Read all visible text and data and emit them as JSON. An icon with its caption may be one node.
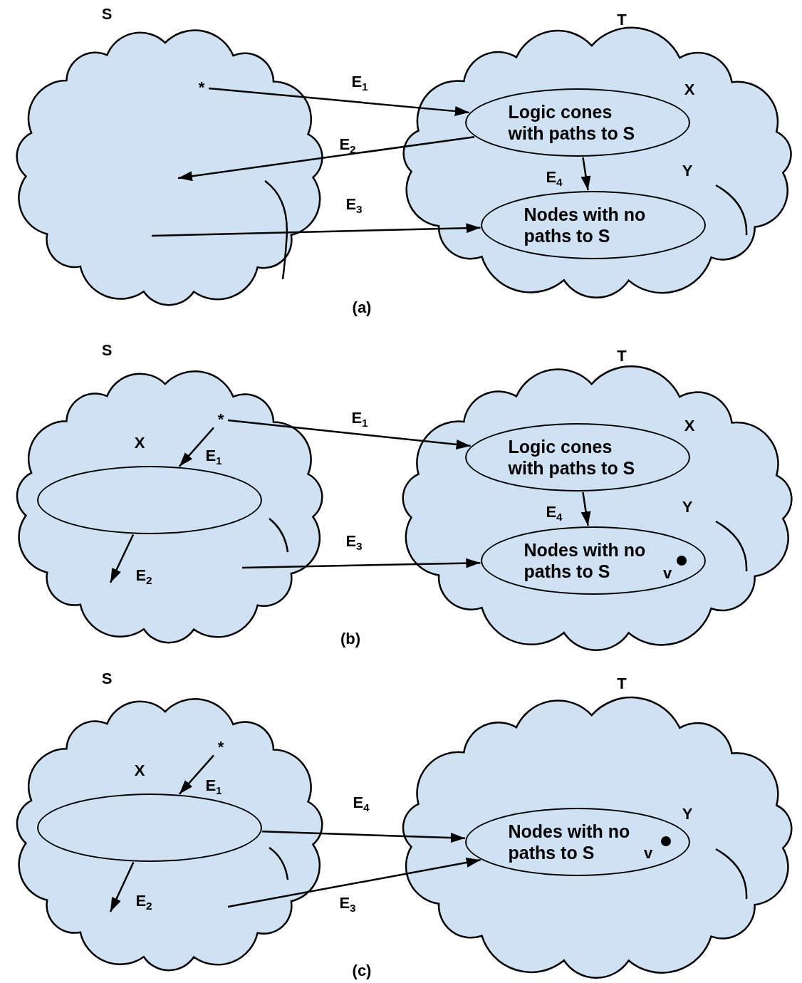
{
  "diagram": {
    "nodes": [
      {
        "text": [
          "S"
        ]
      },
      {
        "text": [
          "*"
        ],
        "in": 0
      },
      {
        "text": [
          "T"
        ]
      },
      {
        "text": [
          "Logic cones with paths to S"
        ],
        "in": 2
      },
      {
        "text": [
          "Nodes with no paths to S"
        ],
        "in": 2
      },
      {
        "text": [
          "S"
        ]
      },
      {
        "text": [
          "*"
        ],
        "in": 5
      },
      {
        "text": [],
        "shape": "ellipse",
        "in": 5
      },
      {
        "text": [
          "T"
        ]
      },
      {
        "text": [
          "Logic cones with paths to S"
        ],
        "in": 8
      },
      {
        "text": [
          "Nodes with no paths to S"
        ],
        "in": 8
      },
      {
        "text": [
          "S"
        ]
      },
      {
        "text": [
          "*"
        ],
        "in": 11
      },
      {
        "text": [],
        "shape": "ellipse",
        "in": 11
      },
      {
        "text": [
          "T"
        ]
      },
      {
        "text": [
          "Nodes with no paths to S"
        ],
        "in": 14
      }
    ],
    "edges": [
      {
        "from": 1,
        "to": 3,
        "arrow": "to",
        "label": "E$_{1}$"
      },
      {
        "from": 3,
        "to": null,
        "arrow": "to",
        "label": "E$_{2}$"
      },
      {
        "from": null,
        "to": 4,
        "arrow": "to",
        "label": "E$_{3}$"
      },
      {
        "from": 3,
        "to": 4,
        "arrow": "to",
        "label": "E$_{4}$"
      },
      {
        "from": 6,
        "to": 7,
        "arrow": "to",
        "label": "E$_{1}$"
      },
      {
        "from": 6,
        "to": 9,
        "arrow": "to",
        "label": "E$_{1}$"
      },
      {
        "from": 7,
        "to": null,
        "arrow": "to",
        "label": "E$_{2}$"
      },
      {
        "from": null,
        "to": 10,
        "arrow": "to",
        "label": "E$_{3}$"
      },
      {
        "from": 9,
        "to": 10,
        "arrow": "to",
        "label": "E$_{4}$"
      },
      {
        "from": 12,
        "to": 13,
        "arrow": "to",
        "label": "E$_{1}$"
      },
      {
        "from": 13,
        "to": null,
        "arrow": "to",
        "label": "E$_{2}$"
      },
      {
        "from": 13,
        "to": 15,
        "arrow": "to",
        "label": "E$_{4}$"
      },
      {
        "from": null,
        "to": 15,
        "arrow": "to",
        "label": "E$_{3}$"
      }
    ],
    "labels": [
      "X",
      "Y",
      "(a)",
      "X",
      "X",
      "Y",
      "v",
      "(b)",
      "X",
      "Y",
      "v",
      "(c)"
    ]
  }
}
